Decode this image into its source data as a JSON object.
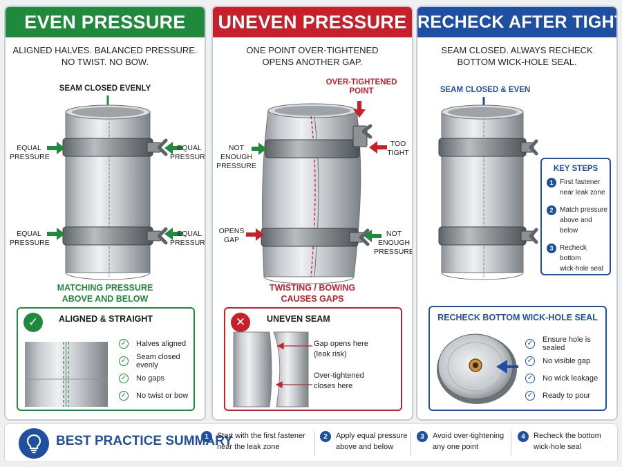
{
  "panels": {
    "even": {
      "title": "EVEN PRESSURE",
      "subtitle_1": "ALIGNED HALVES. BALANCED PRESSURE.",
      "subtitle_2": "NO TWIST. NO BOW.",
      "seam_label": "SEAM CLOSED EVENLY",
      "equal_pressure_1": "EQUAL",
      "equal_pressure_2": "PRESSURE",
      "caption_1": "MATCHING PRESSURE",
      "caption_2": "ABOVE AND BELOW",
      "card_title": "ALIGNED & STRAIGHT",
      "checks": [
        "Halves aligned",
        "Seam closed evenly",
        "No gaps",
        "No twist or bow"
      ]
    },
    "uneven": {
      "title": "UNEVEN PRESSURE",
      "subtitle_1": "ONE POINT OVER-TIGHTENED",
      "subtitle_2": "OPENS ANOTHER GAP.",
      "over_label_1": "OVER-TIGHTENED",
      "over_label_2": "POINT",
      "not_enough_1": "NOT ENOUGH",
      "not_enough_2": "PRESSURE",
      "too_tight_1": "TOO",
      "too_tight_2": "TIGHT",
      "opens_gap_1": "OPENS",
      "opens_gap_2": "GAP",
      "caption_1": "TWISTING / BOWING",
      "caption_2": "CAUSES GAPS",
      "card_title": "UNEVEN SEAM",
      "gap_note_1": "Gap opens here",
      "gap_note_2": "(leak risk)",
      "over_note_1": "Over-tightened",
      "over_note_2": "closes here"
    },
    "recheck": {
      "title": "RECHECK AFTER TIGHTENING",
      "subtitle_1": "SEAM CLOSED. ALWAYS RECHECK",
      "subtitle_2": "BOTTOM WICK-HOLE SEAL.",
      "seam_label": "SEAM CLOSED & EVEN",
      "key_steps_title": "KEY STEPS",
      "key_steps": [
        {
          "n": "1",
          "l1": "First fastener",
          "l2": "near leak zone"
        },
        {
          "n": "2",
          "l1": "Match pressure",
          "l2": "above and below"
        },
        {
          "n": "3",
          "l1": "Recheck bottom",
          "l2": "wick-hole seal"
        }
      ],
      "card_title": "RECHECK BOTTOM WICK-HOLE SEAL",
      "checks": [
        "Ensure hole is sealed",
        "No visible gap",
        "No wick leakage",
        "Ready to pour"
      ]
    }
  },
  "summary": {
    "title": "BEST PRACTICE SUMMARY",
    "items": [
      {
        "n": "1",
        "l1": "Start with the first fastener",
        "l2": "near the leak zone"
      },
      {
        "n": "2",
        "l1": "Apply equal pressure",
        "l2": "above and below"
      },
      {
        "n": "3",
        "l1": "Avoid over-tightening",
        "l2": "any one point"
      },
      {
        "n": "4",
        "l1": "Recheck the bottom",
        "l2": "wick-hole seal"
      }
    ]
  },
  "colors": {
    "green": "#1f8a3b",
    "red": "#c8202a",
    "blue": "#1e4fa0"
  }
}
